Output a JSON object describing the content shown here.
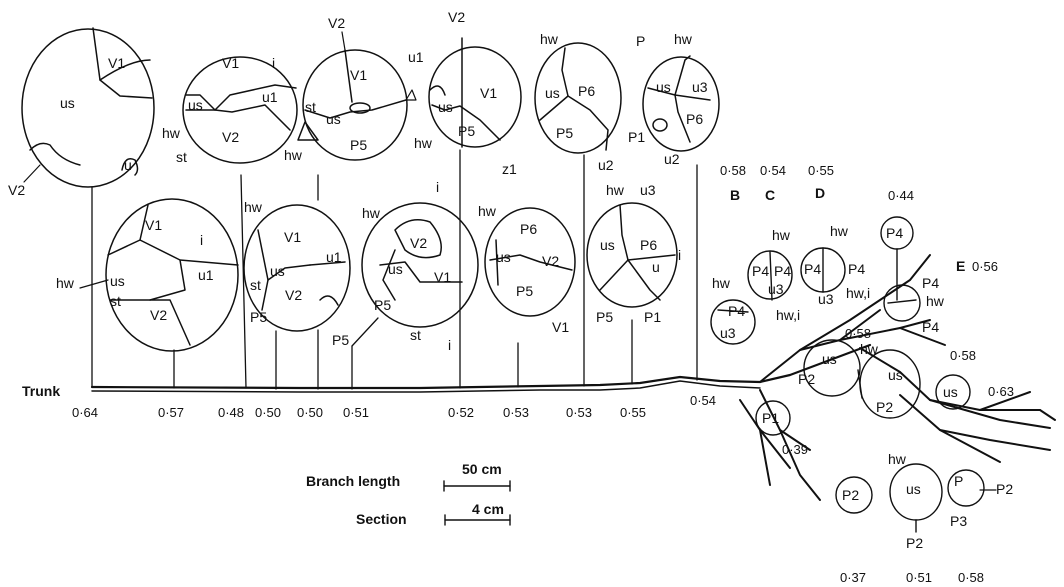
{
  "trunk_label": "Trunk",
  "trunk_values": [
    "0·64",
    "0·57",
    "0·48",
    "0·50",
    "0·50",
    "0·51",
    "0·52",
    "0·53",
    "0·53",
    "0·55",
    "0·54"
  ],
  "legend": {
    "branch_length_label": "Branch length",
    "branch_length_scale": "50 cm",
    "section_label": "Section",
    "section_scale": "4 cm"
  },
  "crown_markers": {
    "B": "B",
    "C": "C",
    "D": "D",
    "E": "E",
    "B_value": "0·58",
    "C_value": "0·54",
    "D_value": "0·55",
    "E_value": "0·56"
  },
  "other_values": [
    "0·44",
    "0·58",
    "0·58",
    "0·63",
    "0·39",
    "0·37",
    "0·51",
    "0·58"
  ],
  "sections": [
    {
      "id": "s1",
      "labels": [
        "us",
        "V1",
        "V2",
        "u"
      ]
    },
    {
      "id": "s2",
      "labels": [
        "V1",
        "i",
        "u1",
        "us",
        "hw",
        "st",
        "V2"
      ]
    },
    {
      "id": "s3",
      "labels": [
        "V2",
        "V1",
        "u1",
        "st",
        "us",
        "hw",
        "P5"
      ]
    },
    {
      "id": "s4",
      "labels": [
        "V2",
        "V1",
        "us",
        "hw",
        "P5",
        "z1"
      ]
    },
    {
      "id": "s5",
      "labels": [
        "hw",
        "us",
        "P6",
        "P5",
        "u2"
      ]
    },
    {
      "id": "s6",
      "labels": [
        "P",
        "hw",
        "us",
        "u3",
        "P6",
        "P1",
        "u2"
      ]
    },
    {
      "id": "s7",
      "labels": [
        "V1",
        "i",
        "hw",
        "us",
        "st",
        "u1",
        "V2"
      ]
    },
    {
      "id": "s8",
      "labels": [
        "hw",
        "V1",
        "us",
        "st",
        "u1",
        "V2",
        "P5"
      ]
    },
    {
      "id": "s9",
      "labels": [
        "i",
        "hw",
        "V2",
        "us",
        "V1",
        "P5",
        "st",
        "i"
      ]
    },
    {
      "id": "s10",
      "labels": [
        "hw",
        "P6",
        "us",
        "V2",
        "P5",
        "V1"
      ]
    },
    {
      "id": "s11",
      "labels": [
        "hw",
        "u3",
        "us",
        "P6",
        "i",
        "u",
        "P5",
        "P1"
      ]
    },
    {
      "id": "s12",
      "labels": [
        "hw",
        "P4",
        "u3"
      ]
    },
    {
      "id": "s13",
      "labels": [
        "hw",
        "P4",
        "P4",
        "u3",
        "hw,i"
      ]
    },
    {
      "id": "s14",
      "labels": [
        "hw",
        "P4",
        "P4",
        "u3",
        "hw,i"
      ]
    },
    {
      "id": "s15",
      "labels": [
        "P4"
      ]
    },
    {
      "id": "s16",
      "labels": [
        "P4",
        "hw",
        "P4"
      ]
    },
    {
      "id": "s17",
      "labels": [
        "us",
        "hw",
        "P2",
        "us",
        "P2"
      ]
    },
    {
      "id": "s18",
      "labels": [
        "us"
      ]
    },
    {
      "id": "s19",
      "labels": [
        "P1"
      ]
    },
    {
      "id": "s20",
      "labels": [
        "P2"
      ]
    },
    {
      "id": "s21",
      "labels": [
        "hw",
        "us",
        "P2"
      ]
    },
    {
      "id": "s22",
      "labels": [
        "P",
        "P2",
        "P3"
      ]
    }
  ]
}
